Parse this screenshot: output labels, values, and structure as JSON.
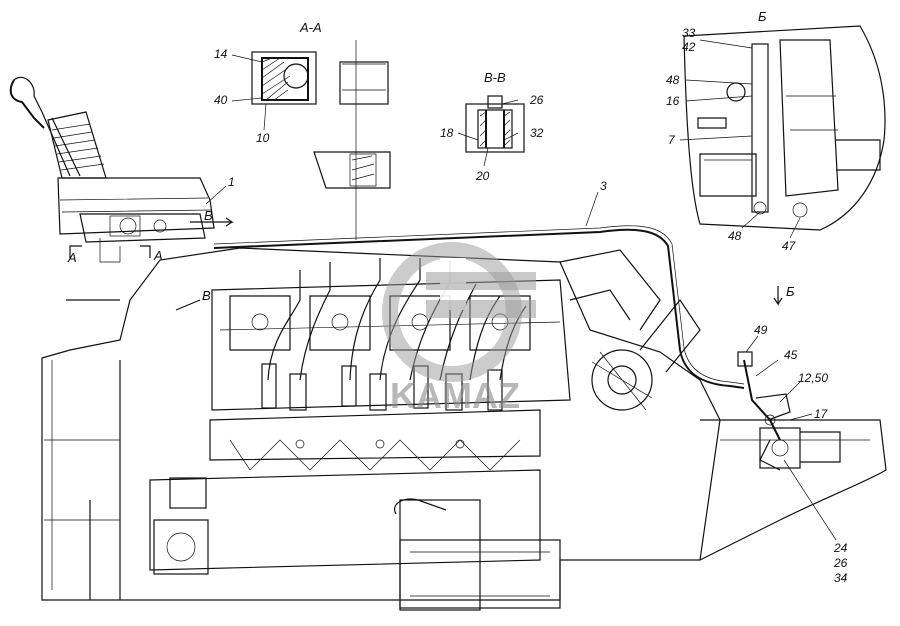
{
  "sections": {
    "aa": "А-А",
    "bb": "В-В",
    "b_view": "Б"
  },
  "markers": {
    "arrow_b": "Б",
    "a_left": "А",
    "a_right": "А",
    "b_upper": "В",
    "b_lower": "В"
  },
  "labels": {
    "n1": "1",
    "n3": "3",
    "n7": "7",
    "n10": "10",
    "n14": "14",
    "n16": "16",
    "n17": "17",
    "n18": "18",
    "n20": "20",
    "n26": "26",
    "n32": "32",
    "n33_42": [
      "33",
      "42"
    ],
    "n40": "40",
    "n45": "45",
    "n47": "47",
    "n48a": "48",
    "n48b": "48",
    "n49": "49",
    "n12_50": "12,50",
    "n24_26_34": [
      "24",
      "26",
      "34"
    ]
  },
  "watermark": "KAMAZ"
}
